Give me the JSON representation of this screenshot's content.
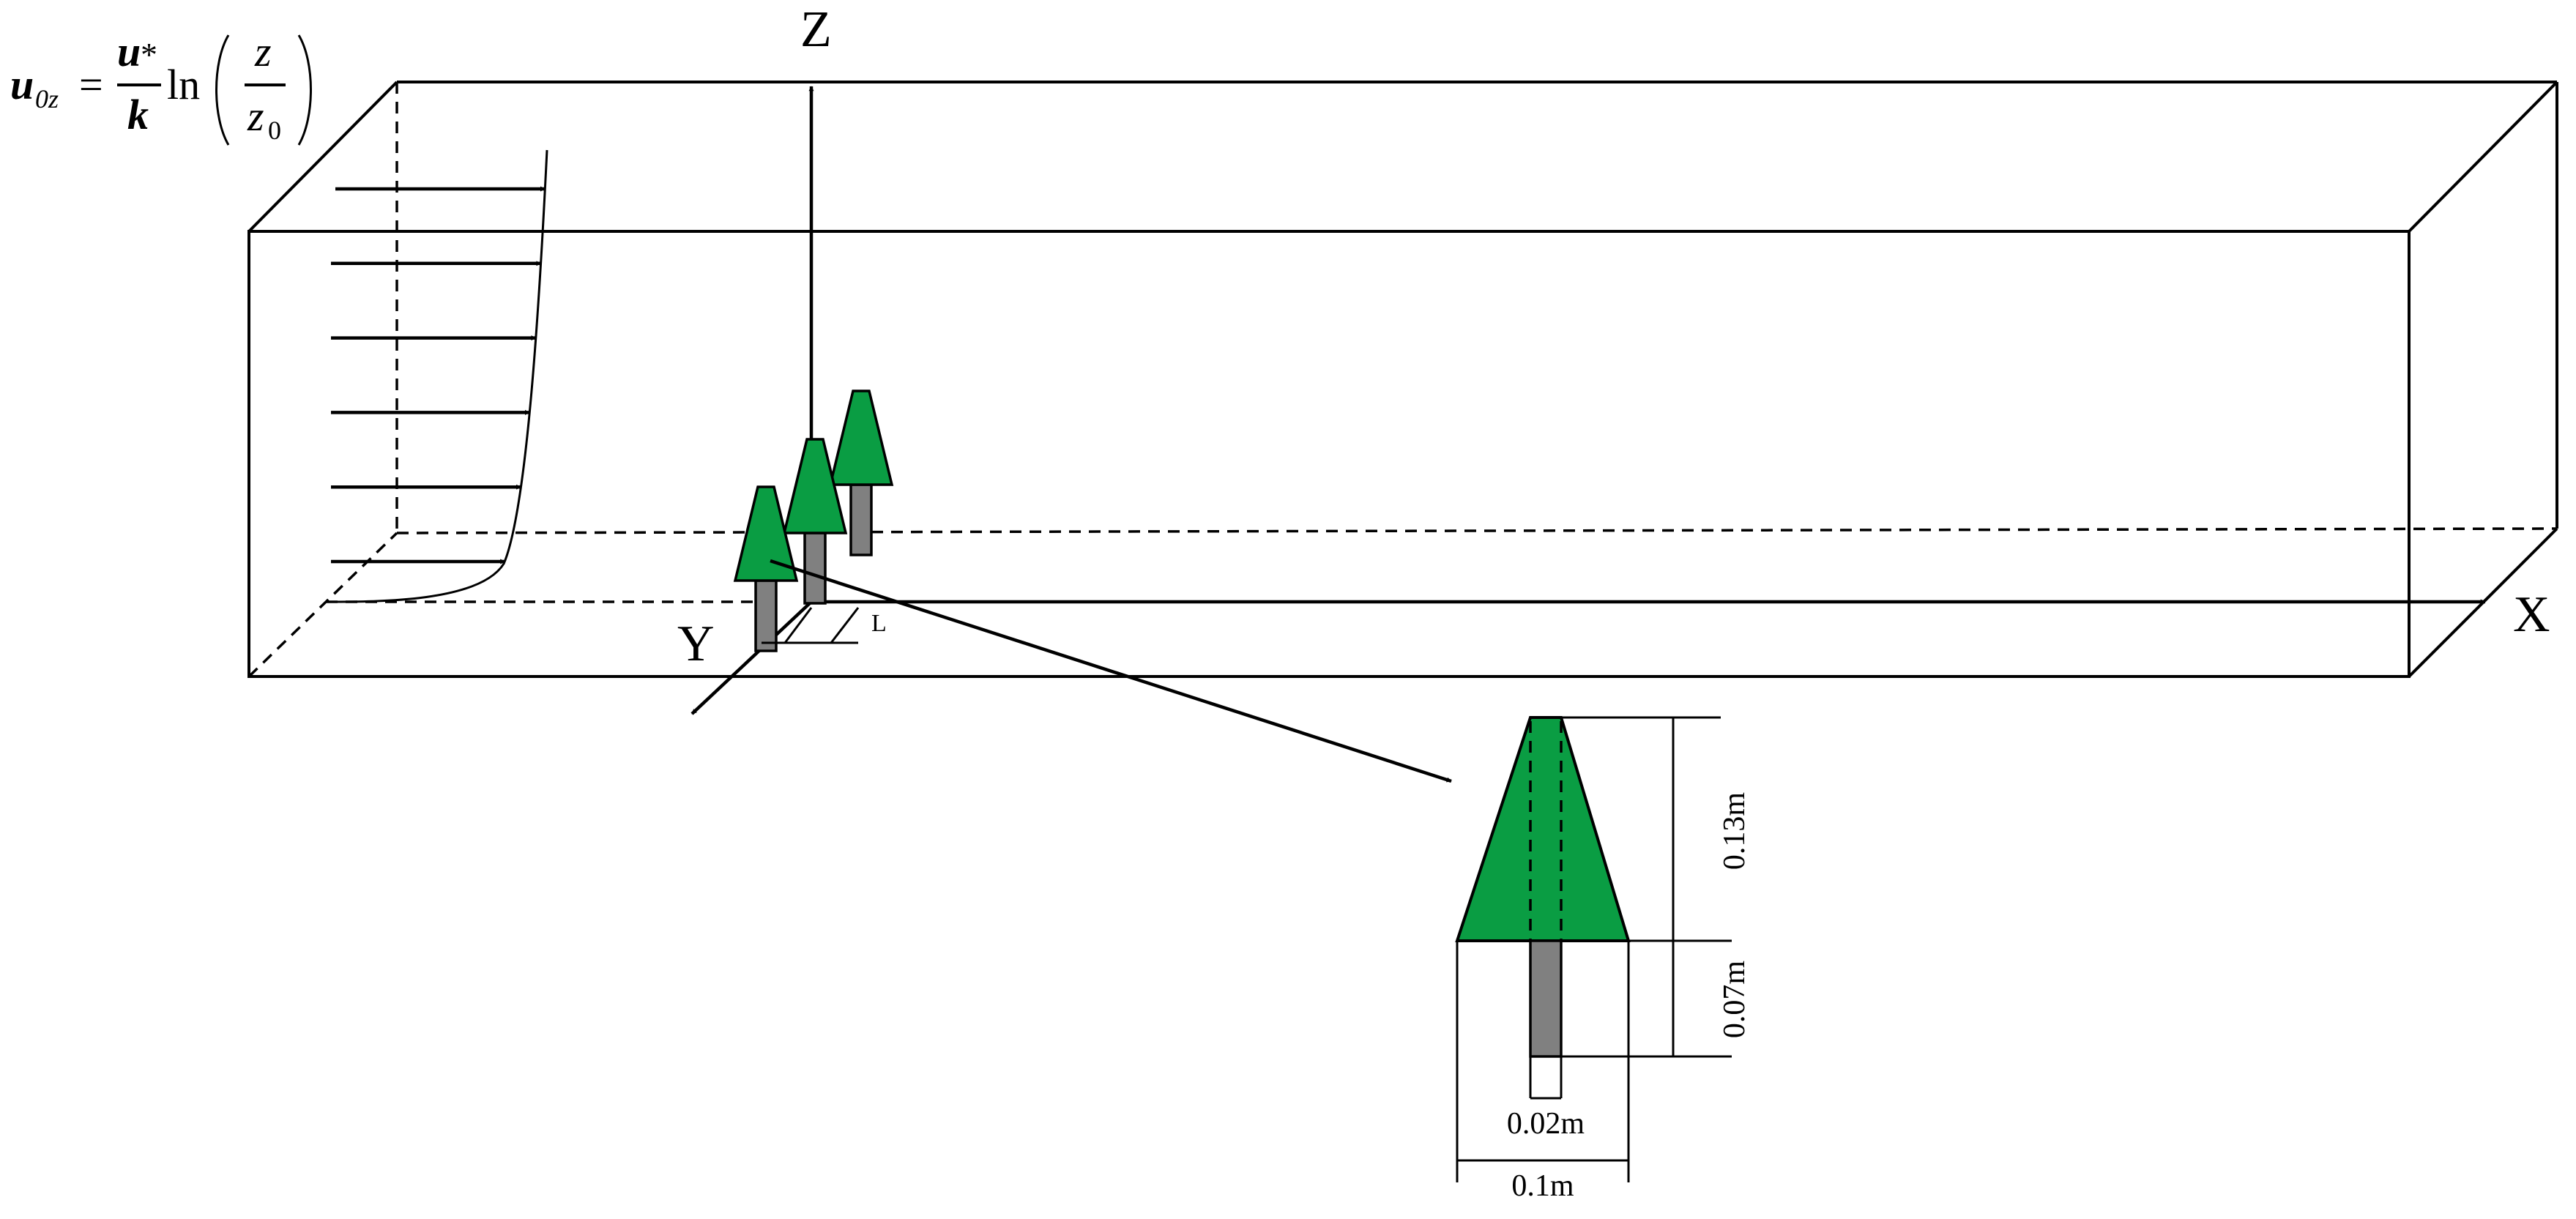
{
  "equation": {
    "lhs_var": "u",
    "lhs_sub": "0z",
    "equals": "=",
    "num": "u",
    "num_sup": "*",
    "den": "k",
    "func": "ln",
    "inner_num": "z",
    "inner_den": "z",
    "inner_den_sub": "0"
  },
  "axes": {
    "x_label": "X",
    "y_label": "Y",
    "z_label": "Z"
  },
  "spacing_label": "L",
  "detail": {
    "crown_height_label": "0.13m",
    "trunk_height_label": "0.07m",
    "trunk_width_label": "0.02m",
    "base_width_label": "0.1m"
  },
  "colors": {
    "crown": "#0a9d43",
    "trunk": "#808080",
    "line": "#000000"
  },
  "inflow_arrow_count": 6
}
